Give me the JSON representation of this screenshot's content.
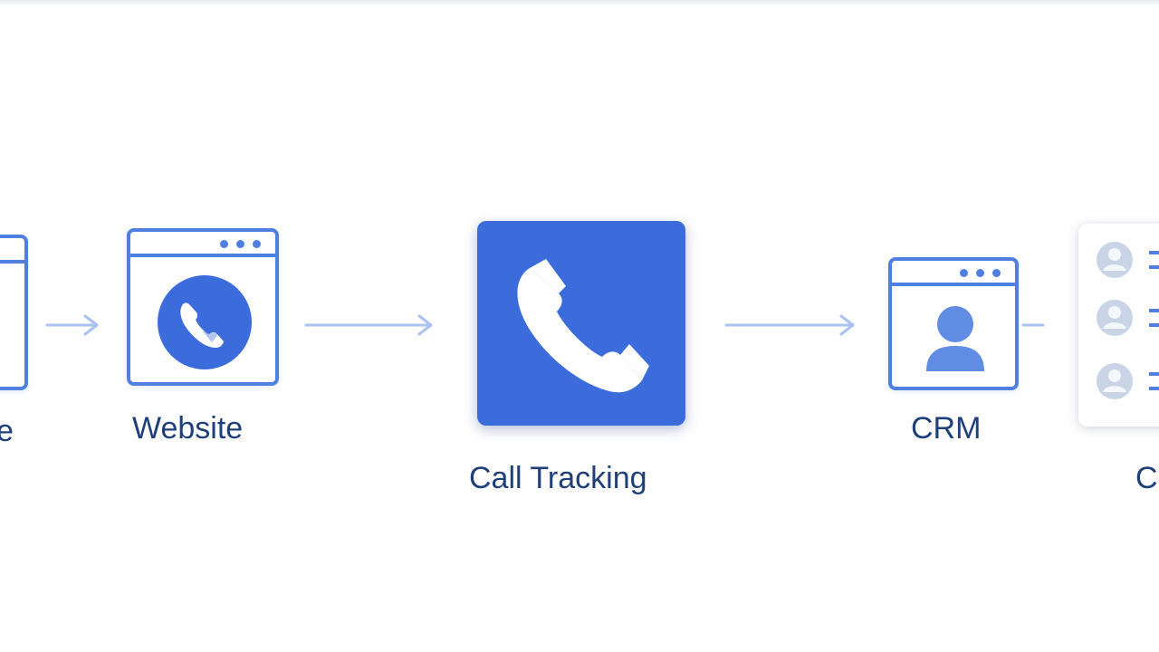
{
  "diagram": {
    "colors": {
      "accent": "#4f7fe0",
      "tile": "#3c6bdc",
      "label": "#1f3f7a",
      "arrow": "#a9c2f0"
    },
    "nodes": [
      {
        "id": "source",
        "label": "e",
        "icon": "browser-window-icon"
      },
      {
        "id": "website",
        "label": "Website",
        "icon": "browser-phone-icon"
      },
      {
        "id": "call-tracking",
        "label": "Call Tracking",
        "icon": "phone-icon"
      },
      {
        "id": "crm",
        "label": "CRM",
        "icon": "browser-person-icon"
      },
      {
        "id": "contacts",
        "label": "C",
        "icon": "contact-list-icon"
      }
    ],
    "edges": [
      {
        "from": "source",
        "to": "website"
      },
      {
        "from": "website",
        "to": "call-tracking"
      },
      {
        "from": "call-tracking",
        "to": "crm"
      },
      {
        "from": "crm",
        "to": "contacts"
      }
    ]
  }
}
